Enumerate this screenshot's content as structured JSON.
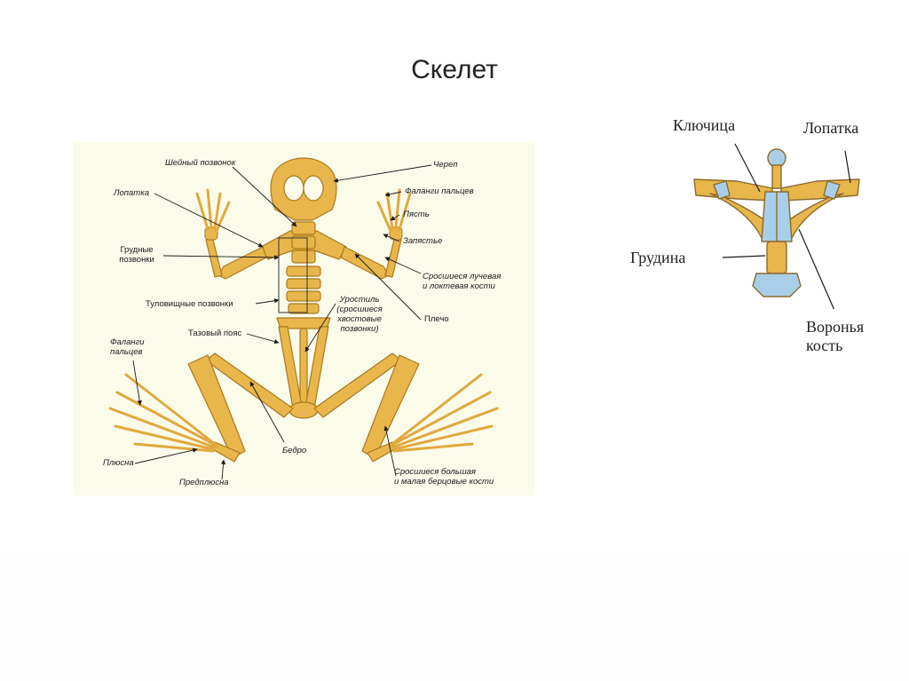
{
  "slide": {
    "title": "Скелет"
  },
  "frog_labels": {
    "cervical_vertebra": "Шейный позвонок",
    "skull": "Череп",
    "scapula": "Лопатка",
    "finger_phalanges": "Фаланги пальцев",
    "metacarpus": "Пясть",
    "wrist": "Запястье",
    "thoracic_vertebrae_1": "Грудные",
    "thoracic_vertebrae_2": "позвонки",
    "radioulna_1": "Сросшиеся лучевая",
    "radioulna_2": "и локтевая кости",
    "trunk_vertebrae": "Туловищные позвонки",
    "urostyle_1": "Уростиль",
    "urostyle_2": "(сросшиеся",
    "urostyle_3": "хвостовые",
    "urostyle_4": "позвонки)",
    "humerus": "Плечо",
    "pelvic_girdle": "Тазовый пояс",
    "toe_phalanges_1": "Фаланги",
    "toe_phalanges_2": "пальцев",
    "femur": "Бедро",
    "metatarsus": "Плюсна",
    "tarsus": "Предплюсна",
    "tibiofibula_1": "Сросшиеся большая",
    "tibiofibula_2": "и малая берцовые кости"
  },
  "shoulder_labels": {
    "clavicle": "Ключица",
    "scapula": "Лопатка",
    "sternum": "Грудина",
    "coracoid_1": "Воронья",
    "coracoid_2": "кость"
  },
  "colors": {
    "bone": "#e8b64a",
    "bone_outline": "#a87a1e",
    "cartilage": "#a9cfe8",
    "panel_bg": "#fbfbea"
  }
}
